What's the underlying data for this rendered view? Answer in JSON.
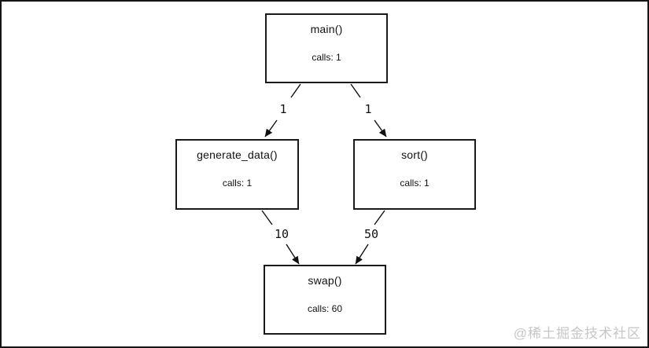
{
  "diagram": {
    "type": "call-graph",
    "nodes": [
      {
        "id": "main",
        "title": "main()",
        "calls_label": "calls: 1"
      },
      {
        "id": "generate_data",
        "title": "generate_data()",
        "calls_label": "calls: 1"
      },
      {
        "id": "sort",
        "title": "sort()",
        "calls_label": "calls: 1"
      },
      {
        "id": "swap",
        "title": "swap()",
        "calls_label": "calls: 60"
      }
    ],
    "edges": [
      {
        "from": "main",
        "to": "generate_data",
        "label": "1"
      },
      {
        "from": "main",
        "to": "sort",
        "label": "1"
      },
      {
        "from": "generate_data",
        "to": "swap",
        "label": "10"
      },
      {
        "from": "sort",
        "to": "swap",
        "label": "50"
      }
    ]
  },
  "watermark": {
    "text": "@稀土掘金技术社区"
  },
  "colors": {
    "background": "#ffffff",
    "frame_border": "#141414",
    "node_border": "#1a1a1a",
    "text": "#111111",
    "edge_stroke": "#111111",
    "watermark": "#c6c6c6"
  }
}
